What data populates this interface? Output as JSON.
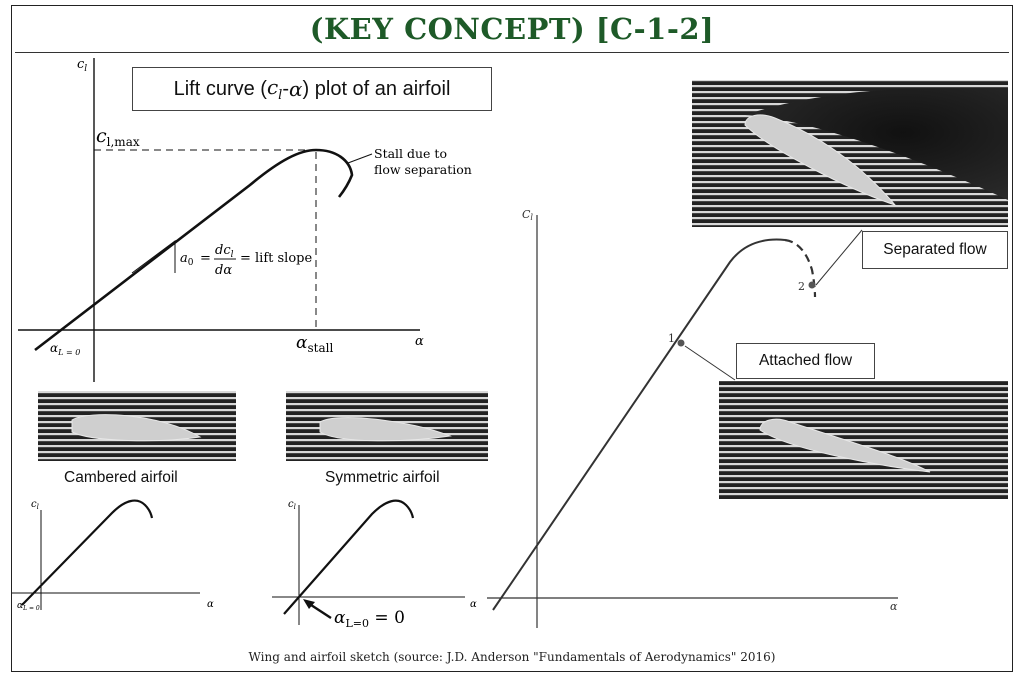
{
  "title": "(KEY CONCEPT) [C-1-2]",
  "footer": "Wing and airfoil sketch (source: J.D. Anderson \"Fundamentals of Aerodynamics\" 2016)",
  "main_plot": {
    "box_title_prefix": "Lift curve (",
    "box_title_cl": "c",
    "box_title_cl_sub": "l",
    "box_title_dash": "-",
    "box_title_alpha": "α",
    "box_title_suffix": ") plot of an airfoil",
    "y_label": "c",
    "y_label_sub": "l",
    "x_label": "α",
    "clmax_label": "c",
    "clmax_sub": "l,max",
    "stall_note_line1": "Stall due to",
    "stall_note_line2": "flow separation",
    "slope_a0": "a",
    "slope_a0_sub": "0",
    "slope_eq": "=",
    "slope_num": "dc",
    "slope_num_sub": "l",
    "slope_den": "dα",
    "slope_tail": "= lift slope",
    "alpha_L0": "α",
    "alpha_L0_sub": "L = 0",
    "alpha_stall": "α",
    "alpha_stall_sub": "stall"
  },
  "cambered": {
    "caption": "Cambered airfoil",
    "y_label": "c",
    "y_label_sub": "l",
    "x_label": "α",
    "alpha_L0": "α",
    "alpha_L0_sub": "L = 0"
  },
  "symmetric": {
    "caption": "Symmetric airfoil",
    "y_label": "c",
    "y_label_sub": "l",
    "x_label": "α",
    "annotation": "α",
    "annotation_sub": "L=0",
    "annotation_tail": " = 0"
  },
  "right_plot": {
    "y_label": "C",
    "y_label_sub": "l",
    "x_label": "α",
    "point1": "1",
    "point2": "2",
    "separated_label": "Separated flow",
    "attached_label": "Attached flow"
  },
  "colors": {
    "title": "#1e5a28",
    "ink": "#111111",
    "photo_bg": "#1c1c1c",
    "airfoil": "#cfcfcf"
  }
}
